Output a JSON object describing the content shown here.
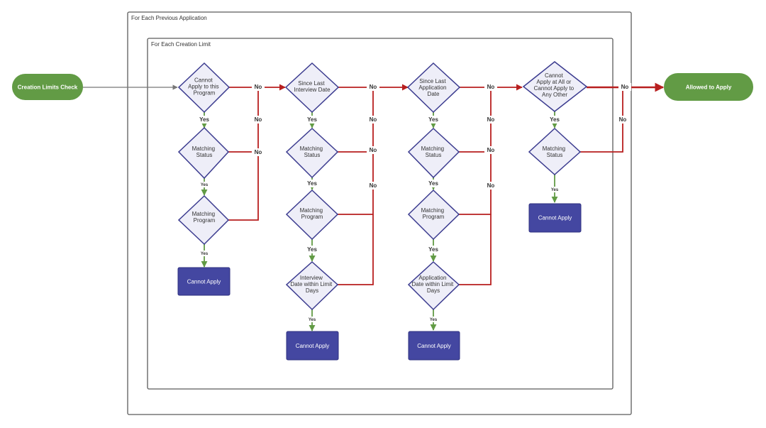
{
  "frames": {
    "outer_title": "For Each Previous Application",
    "inner_title": "For Each Creation Limit"
  },
  "start": {
    "label": "Creation Limits Check"
  },
  "end": {
    "label": "Allowed to Apply"
  },
  "col1": {
    "d1": [
      "Cannot",
      "Apply to this",
      "Program"
    ],
    "d2": [
      "Matching",
      "Status"
    ],
    "d3": [
      "Matching",
      "Program"
    ],
    "result": "Cannot Apply"
  },
  "col2": {
    "d1": [
      "Since Last",
      "Interview Date"
    ],
    "d2": [
      "Matching",
      "Status"
    ],
    "d3": [
      "Matching",
      "Program"
    ],
    "d4": [
      "Interview",
      "Date within Limit",
      "Days"
    ],
    "result": "Cannot Apply"
  },
  "col3": {
    "d1": [
      "Since Last",
      "Application",
      "Date"
    ],
    "d2": [
      "Matching",
      "Status"
    ],
    "d3": [
      "Matching",
      "Program"
    ],
    "d4": [
      "Application",
      "Date within Limit",
      "Days"
    ],
    "result": "Cannot Apply"
  },
  "col4": {
    "d1": [
      "Cannot",
      "Apply at All or",
      "Cannot Apply to",
      "Any Other"
    ],
    "d2": [
      "Matching",
      "Status"
    ],
    "result": "Cannot Apply"
  },
  "labels": {
    "yes": "Yes",
    "no": "No"
  },
  "colors": {
    "terminal": "#629b45",
    "result": "#4447a1",
    "diamond_fill": "#eeeef8",
    "diamond_stroke": "#3b3b8f",
    "no_path": "#b81f1f",
    "yes_path": "#629b45"
  }
}
